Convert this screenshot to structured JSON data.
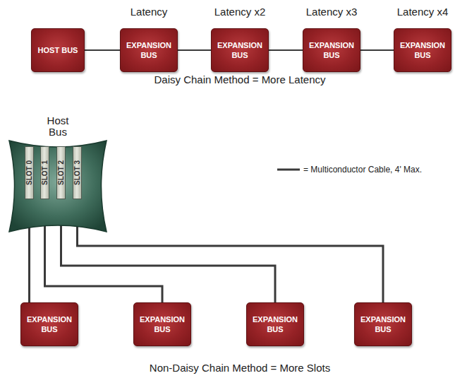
{
  "diagram": {
    "nodes": [
      {
        "text": [
          "HOST BUS"
        ]
      },
      {
        "text": [
          "EXPANSION BUS"
        ]
      },
      {
        "text": [
          "EXPANSION BUS"
        ]
      },
      {
        "text": [
          "EXPANSION BUS"
        ]
      },
      {
        "text": [
          "EXPANSION BUS"
        ]
      },
      {
        "text": [
          "Host Bus"
        ]
      },
      {
        "text": [
          "SLOT 0"
        ],
        "in": 5
      },
      {
        "text": [
          "SLOT 1"
        ],
        "in": 5
      },
      {
        "text": [
          "SLOT 2"
        ],
        "in": 5
      },
      {
        "text": [
          "SLOT 3"
        ],
        "in": 5
      },
      {
        "text": [
          "EXPANSION BUS"
        ]
      },
      {
        "text": [
          "EXPANSION BUS"
        ]
      },
      {
        "text": [
          "EXPANSION BUS"
        ]
      },
      {
        "text": [
          "EXPANSION BUS"
        ]
      }
    ],
    "edges": [
      {
        "from": 0,
        "to": 1,
        "arrow": "none"
      },
      {
        "from": 1,
        "to": 2,
        "arrow": "none"
      },
      {
        "from": 2,
        "to": 3,
        "arrow": "none"
      },
      {
        "from": 3,
        "to": 4,
        "arrow": "none"
      },
      {
        "from": 6,
        "to": 10,
        "arrow": "none"
      },
      {
        "from": 7,
        "to": 11,
        "arrow": "none"
      },
      {
        "from": 8,
        "to": 12,
        "arrow": "none"
      },
      {
        "from": 9,
        "to": 13,
        "arrow": "none"
      }
    ],
    "labels": [
      "Latency",
      "Latency x2",
      "Latency x3",
      "Latency x4",
      "Daisy Chain Method = More Latency",
      "Non-Daisy Chain Method = More Slots"
    ],
    "legend": [
      {
        "text": "= Multiconductor Cable, 4' Max."
      }
    ]
  }
}
